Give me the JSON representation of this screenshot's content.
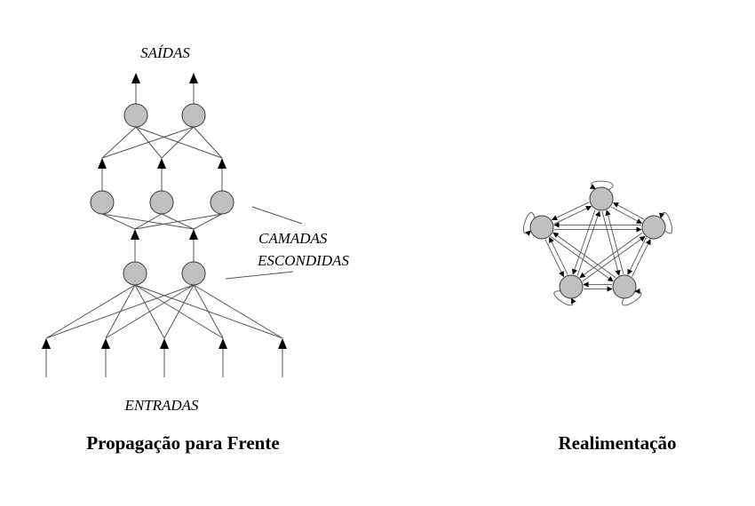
{
  "feedforward": {
    "outputs_label": "SAÍDAS",
    "hidden_label_line1": "CAMADAS",
    "hidden_label_line2": "ESCONDIDAS",
    "inputs_label": "ENTRADAS",
    "caption": "Propagação para Frente"
  },
  "recurrent": {
    "caption": "Realimentação"
  },
  "colors": {
    "node_fill": "#c0c0c0",
    "node_stroke": "#3a3a3a",
    "line": "#555555",
    "arrow": "#000000"
  }
}
